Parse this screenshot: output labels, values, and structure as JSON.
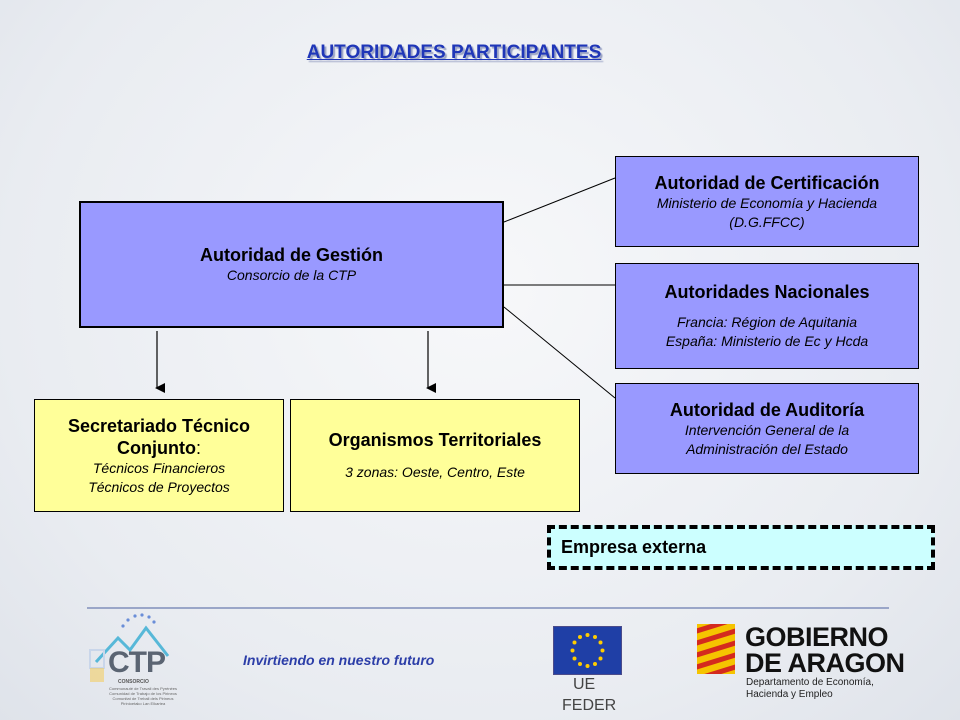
{
  "title": "AUTORIDADES PARTICIPANTES",
  "nodes": {
    "gestion": {
      "title": "Autoridad de Gestión",
      "subtitle": "Consorcio de la CTP"
    },
    "certificacion": {
      "title": "Autoridad de Certificación",
      "line1": "Ministerio de Economía y Hacienda",
      "line2": "(D.G.FFCC)"
    },
    "nacionales": {
      "title": "Autoridades Nacionales",
      "line1": "Francia: Région de Aquitania",
      "line2": "España: Ministerio de Ec y Hcda"
    },
    "auditoria": {
      "title": "Autoridad de Auditoría",
      "line1": "Intervención General de la",
      "line2": "Administración del Estado"
    },
    "secretariado": {
      "title1": "Secretariado Técnico",
      "title2": "Conjunto",
      "title2_suffix": ":",
      "line1": "Técnicos Financieros",
      "line2": "Técnicos de Proyectos"
    },
    "organismos": {
      "title": "Organismos Territoriales",
      "line1": "3 zonas: Oeste, Centro, Este"
    },
    "empresa": {
      "label": "Empresa externa"
    }
  },
  "footer": {
    "slogan": "Invirtiendo en nuestro futuro",
    "ctp": {
      "letters": "CTP",
      "sub": "CONSORCIO",
      "lines": [
        "Communauté de Travail des Pyrénées",
        "Comunidad de Trabajo de los Pirineos",
        "Comunitat de Treball dels Pirineus",
        "Pirinioetako Lan Elkartea"
      ]
    },
    "eu": {
      "ue": "UE",
      "feder": "FEDER"
    },
    "gobierno": {
      "line1": "GOBIERNO",
      "line2": "DE ARAGON",
      "dept1": "Departamento de Economía,",
      "dept2": "Hacienda y Empleo"
    }
  },
  "colors": {
    "title": "#1f36b8",
    "purple_box": "#9999ff",
    "yellow_box": "#ffff99",
    "empresa_box": "#ccffff",
    "eu_blue": "#1f3fa6",
    "eu_star": "#ffcc00",
    "aragon_red": "#d42a1e",
    "aragon_yellow": "#f5c400"
  }
}
